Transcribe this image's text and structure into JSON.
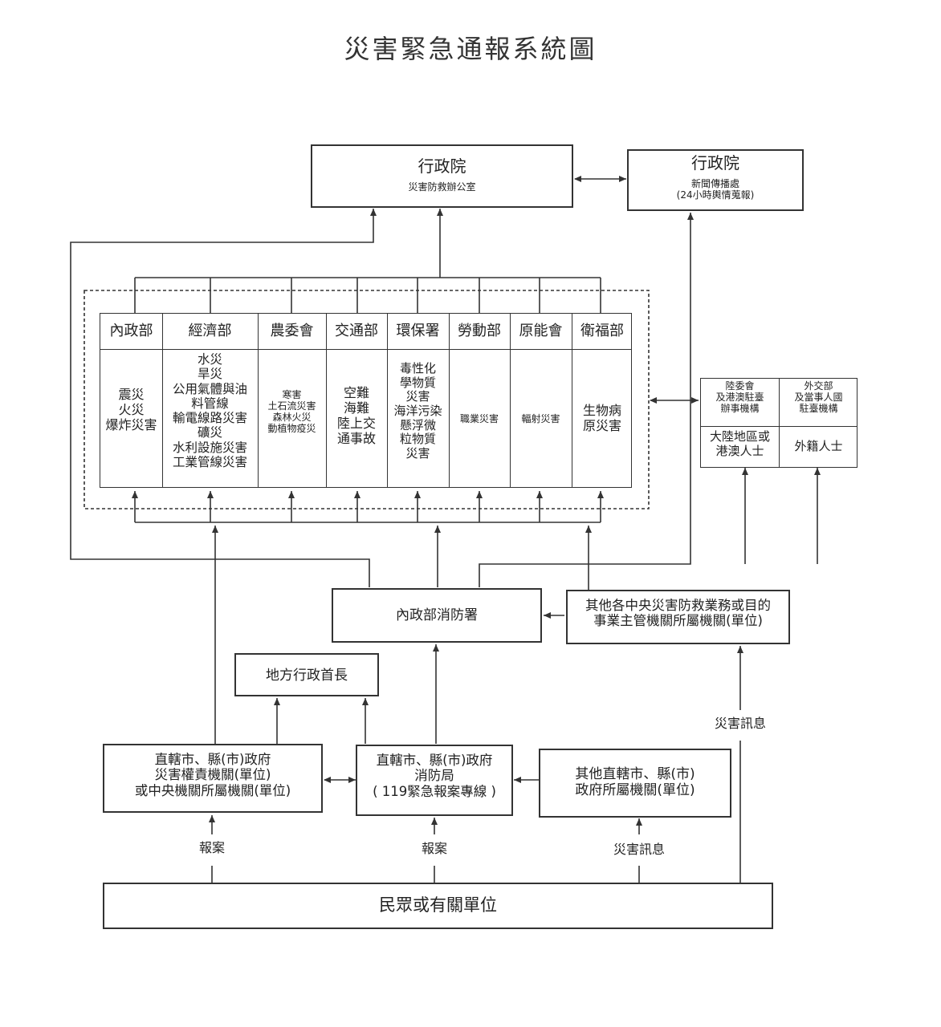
{
  "title": "災害緊急通報系統圖",
  "top": {
    "executive_yuan": {
      "name": "行政院",
      "sub": "災害防救辦公室"
    },
    "executive_yuan_news": {
      "name": "行政院",
      "sub": "新聞傳播處\n(24小時輿情蒐報)"
    }
  },
  "agencies": [
    {
      "name": "內政部",
      "disasters": "震災\n火災\n爆炸災害"
    },
    {
      "name": "經濟部",
      "disasters": "水災\n旱災\n公用氣體與油\n料管線\n輸電線路災害\n礦災\n水利設施災害\n工業管線災害"
    },
    {
      "name": "農委會",
      "disasters": "寒害\n土石流災害\n森林火災\n動植物疫災"
    },
    {
      "name": "交通部",
      "disasters": "空難\n海難\n陸上交\n通事故"
    },
    {
      "name": "環保署",
      "disasters": "毒性化\n學物質\n災害\n海洋污染\n懸浮微\n粒物質\n災害"
    },
    {
      "name": "勞動部",
      "disasters": "職業災害"
    },
    {
      "name": "原能會",
      "disasters": "輻射災害"
    },
    {
      "name": "衛福部",
      "disasters": "生物病\n原災害"
    }
  ],
  "foreign": {
    "mac": "陸委會\n及港澳駐臺\n辦事機構",
    "mofa": "外交部\n及當事人國\n駐臺機構",
    "mainland": "大陸地區或\n港澳人士",
    "foreigners": "外籍人士"
  },
  "fire_agency": "內政部消防署",
  "other_central": "其他各中央災害防救業務或目的\n事業主管機關所屬機關(單位)",
  "local_head": "地方行政首長",
  "local_gov": "直轄市、縣(市)政府\n災害權責機關(單位)\n或中央機關所屬機關(單位)",
  "local_fire": "直轄市、縣(市)政府\n消防局\n( 119緊急報案專線 )",
  "other_local": "其他直轄市、縣(市)\n政府所屬機關(單位)",
  "public": "民眾或有關單位",
  "edge_labels": {
    "report_left": "報案",
    "report_mid": "報案",
    "info_right": "災害訊息",
    "info_far": "災害訊息"
  }
}
